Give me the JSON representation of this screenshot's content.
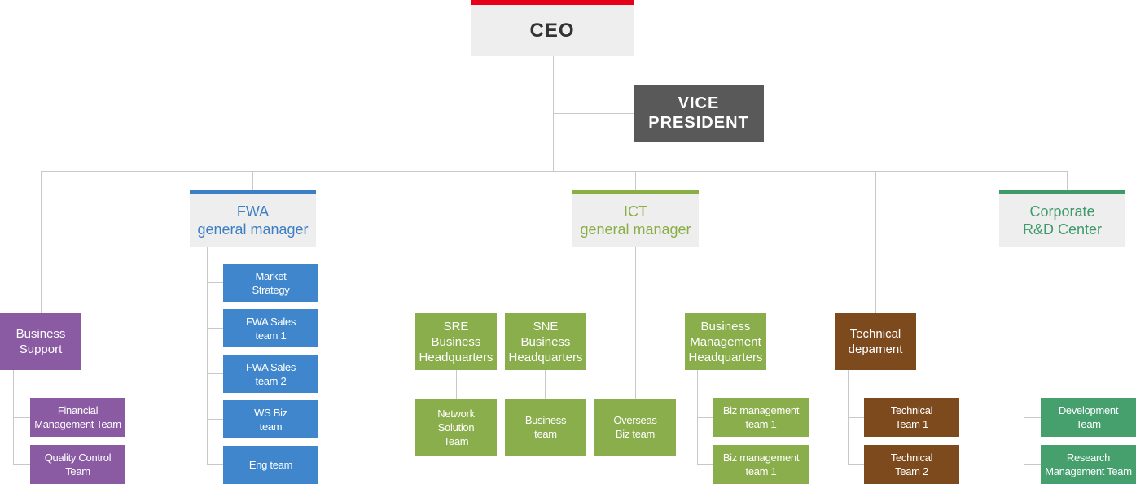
{
  "ceo": "CEO",
  "vice_president": "VICE\nPRESIDENT",
  "fwa_gm": "FWA\ngeneral manager",
  "ict_gm": "ICT\ngeneral manager",
  "rd_center": "Corporate\nR&D Center",
  "business_support": {
    "title": "Business\nSupport",
    "teams": [
      "Financial\nManagement Team",
      "Quality Control\nTeam"
    ]
  },
  "fwa_teams": [
    "Market\nStrategy",
    "FWA Sales\nteam 1",
    "FWA Sales\nteam 2",
    "WS Biz\nteam",
    "Eng team"
  ],
  "ict": {
    "sre": "SRE\nBusiness\nHeadquarters",
    "sne": "SNE\nBusiness\nHeadquarters",
    "network_solution_team": "Network\nSolution\nTeam",
    "business_team": "Business\nteam",
    "overseas_biz_team": "Overseas\nBiz team",
    "bm_hq": "Business\nManagement\nHeadquarters",
    "bm_teams": [
      "Biz management\nteam 1",
      "Biz management\nteam 1"
    ]
  },
  "technical": {
    "title": "Technical\ndepament",
    "teams": [
      "Technical\nTeam 1",
      "Technical\nTeam 2"
    ]
  },
  "rd_teams": [
    "Development\nTeam",
    "Research\nManagement Team"
  ]
}
